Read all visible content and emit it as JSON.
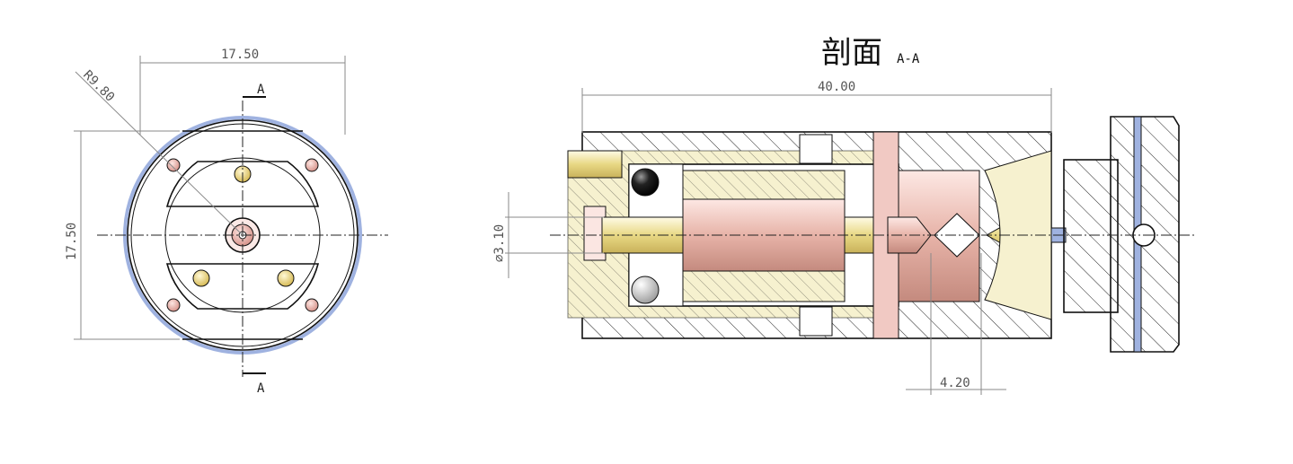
{
  "title": {
    "main": "剖面",
    "sub": "A-A"
  },
  "front_view": {
    "dim_width": "17.50",
    "dim_height": "17.50",
    "dim_radius": "R9.80",
    "section_mark_top": "A",
    "section_mark_bottom": "A"
  },
  "section_view": {
    "dim_length": "40.00",
    "dim_diameter": "⌀3.10",
    "dim_gap": "4.20"
  },
  "colors": {
    "brass": "#f4efc4",
    "brass_dark": "#d8c96a",
    "copper": "#e9b9b4",
    "steel_blue": "#9fb2e0",
    "outline": "#111111",
    "hatch": "#222222"
  }
}
